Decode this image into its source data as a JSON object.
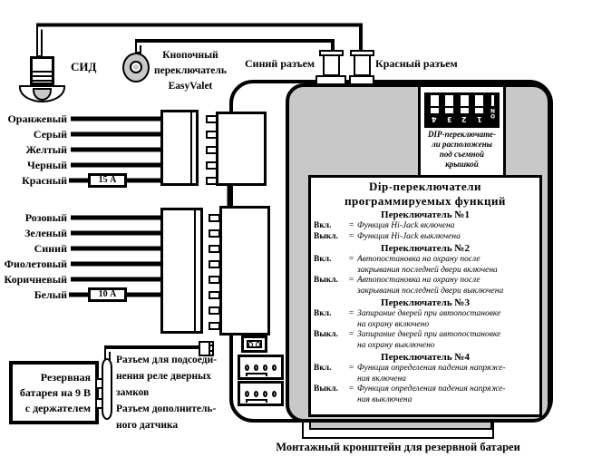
{
  "labels": {
    "led": "СИД",
    "valet_button": [
      "Кнопочный",
      "переключатель",
      "EasyValet"
    ],
    "blue_connector": "Синий разъем",
    "red_connector": "Красный разъем",
    "bracket": "Монтажный кронштейн для резервной батареи",
    "battery": [
      "Резервная",
      "батарея на 9 В",
      "с держателем"
    ],
    "aux_connectors": [
      "Разъем для подсоеди-",
      "нения реле дверных",
      "замков",
      "Разъем дополнитель-",
      "ного датчика"
    ]
  },
  "wires": {
    "group1": {
      "labels": [
        "Оранжевый",
        "Серый",
        "Желтый",
        "Черный",
        "Красный"
      ],
      "fuse": "15 А"
    },
    "group2": {
      "labels": [
        "Розовый",
        "Зеленый",
        "Синий",
        "Фиолетовый",
        "Коричневый",
        "Белый"
      ],
      "fuse": "10 А"
    }
  },
  "dip_panel": {
    "numbers": [
      "4",
      "3",
      "2",
      "1"
    ],
    "on": "ON",
    "note": [
      "DIP-переключате-",
      "ли расположены",
      "под съемной",
      "крышкой"
    ]
  },
  "dip_box": {
    "title": [
      "Dip-переключатели",
      "программируемых функций"
    ],
    "eq": "=",
    "sections": [
      {
        "header": "Переключатель №1",
        "rows": [
          {
            "state": "Вкл.",
            "lines": [
              "Функция Hi-Jack включена"
            ]
          },
          {
            "state": "Выкл.",
            "lines": [
              "Функция Hi-Jack выключена"
            ]
          }
        ]
      },
      {
        "header": "Переключатель №2",
        "rows": [
          {
            "state": "Вкл.",
            "lines": [
              "Автопостановка на охрану после",
              "закрывания последней двери включена"
            ]
          },
          {
            "state": "Выкл.",
            "lines": [
              "Автопостановка на охрану после",
              "закрывания последней двери выключена"
            ]
          }
        ]
      },
      {
        "header": "Переключатель №3",
        "rows": [
          {
            "state": "Вкл.",
            "lines": [
              "Запирание дверей при автопостановке",
              "на охрану включено"
            ]
          },
          {
            "state": "Выкл.",
            "lines": [
              "Запирание дверей при автопостановке",
              "на охрану выключено"
            ]
          }
        ]
      },
      {
        "header": "Переключатель №4",
        "rows": [
          {
            "state": "Вкл.",
            "lines": [
              "Функция определения падения напряже-",
              "ния включена"
            ]
          },
          {
            "state": "Выкл.",
            "lines": [
              "Функция определения падения напряже-",
              "ния выключена"
            ]
          }
        ]
      }
    ]
  },
  "colors": {
    "unit_gray": "#c8c8c8",
    "line_black": "#000000",
    "background": "#ffffff"
  }
}
